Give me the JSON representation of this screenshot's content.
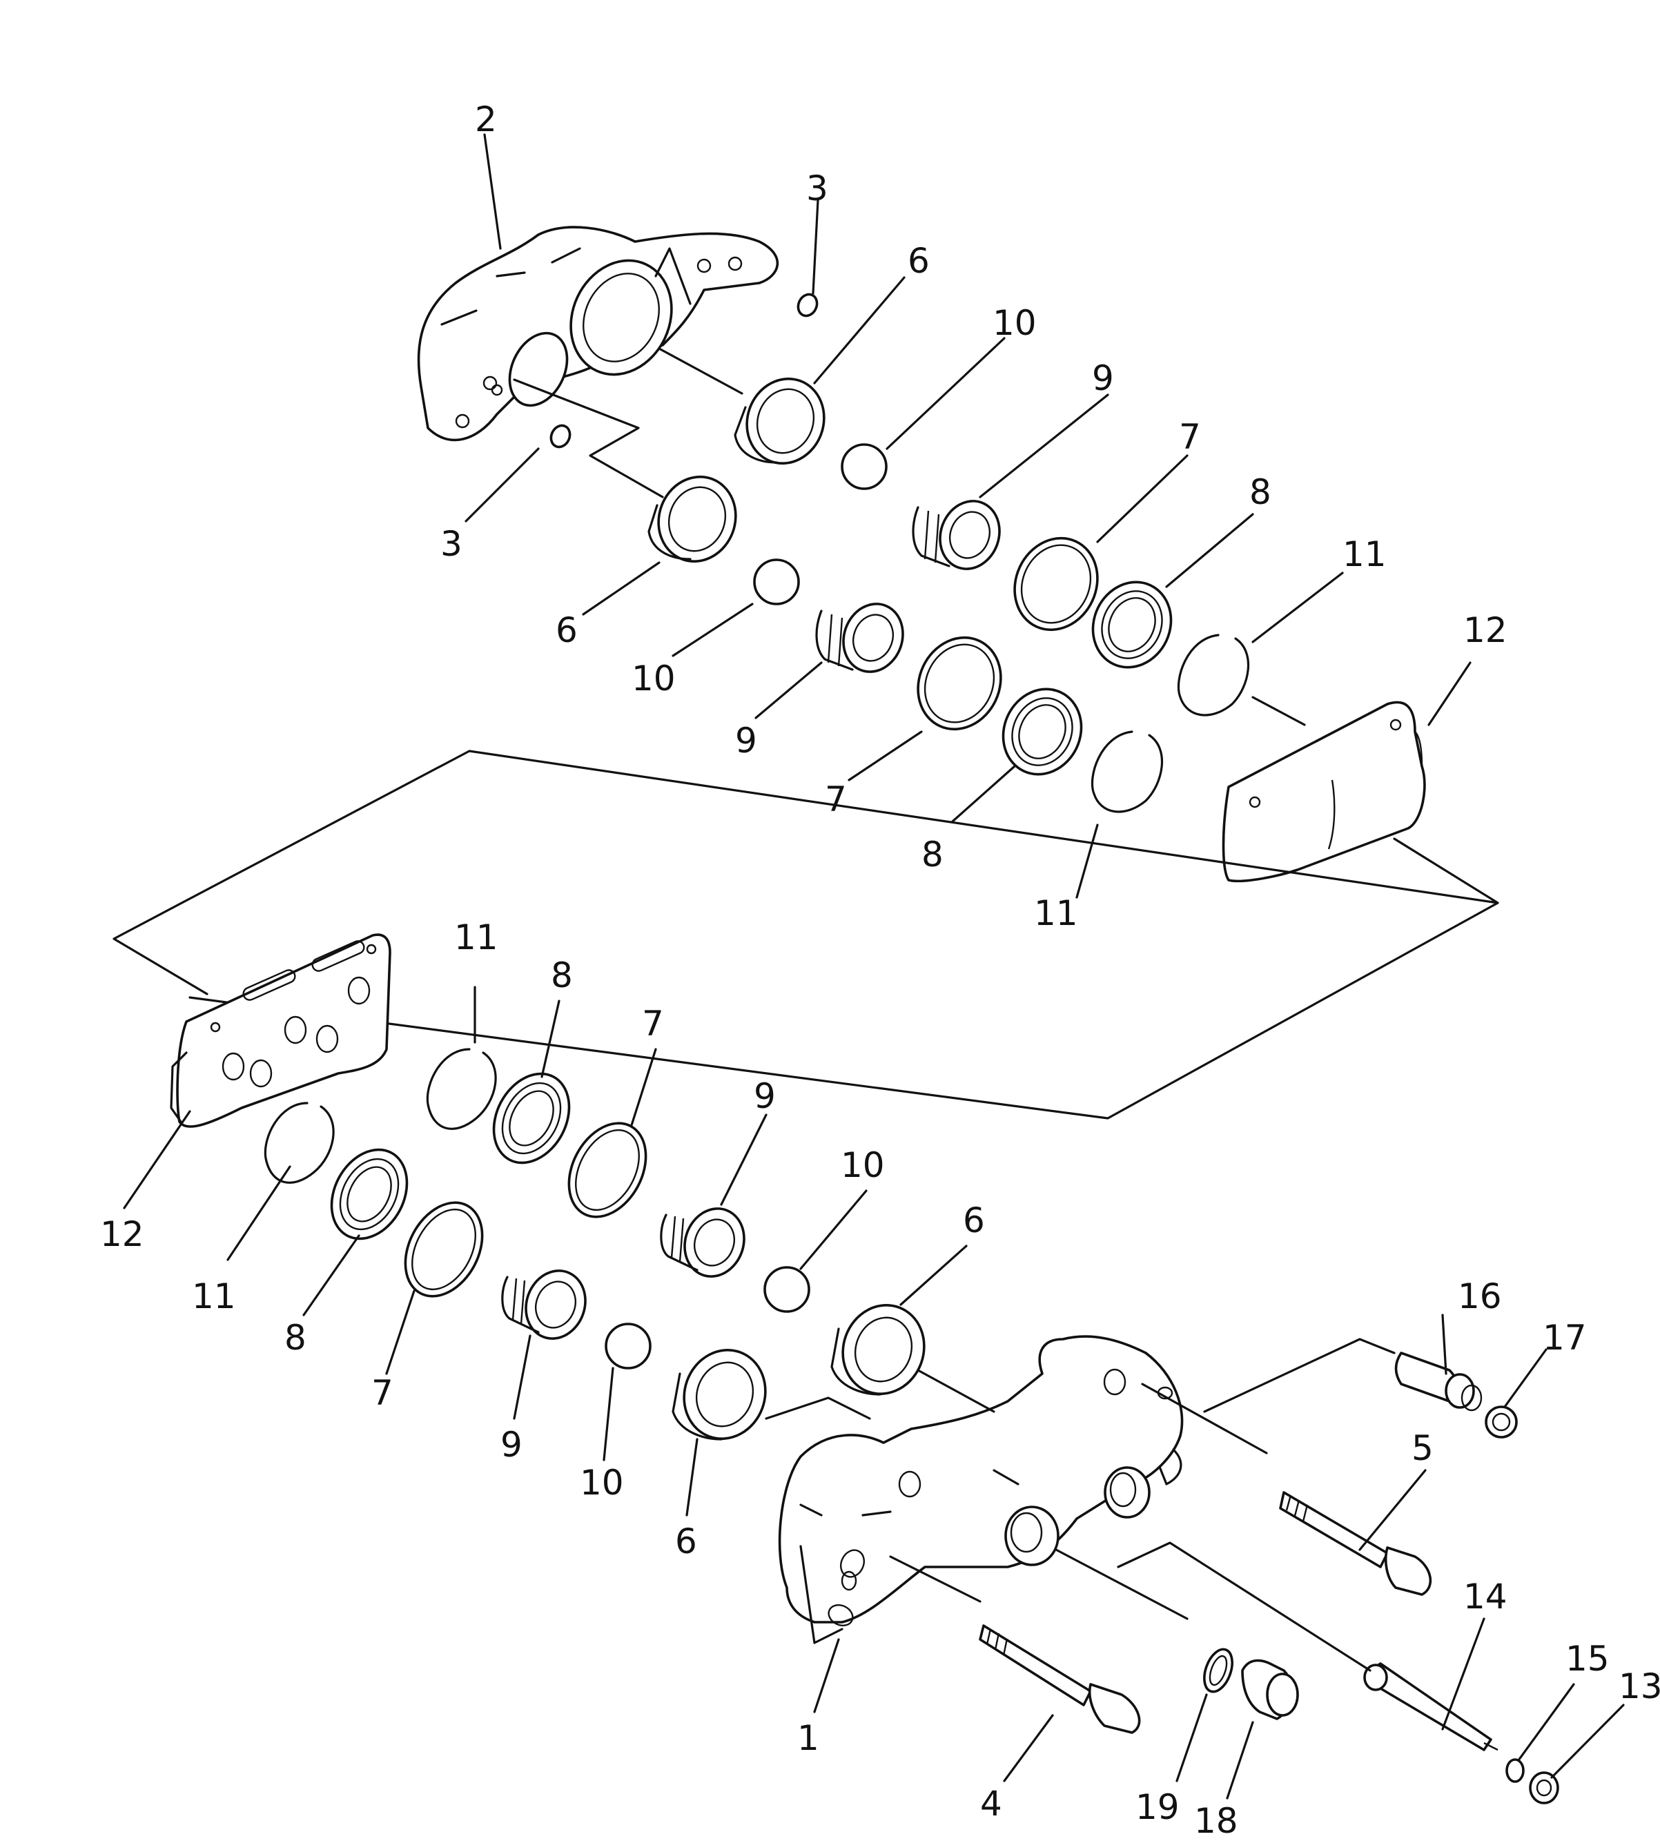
{
  "diagram": {
    "callouts": {
      "c1": "1",
      "c2": "2",
      "c3a": "3",
      "c3b": "3",
      "c4": "4",
      "c5": "5",
      "c6a": "6",
      "c6b": "6",
      "c6c": "6",
      "c6d": "6",
      "c7a": "7",
      "c7b": "7",
      "c7c": "7",
      "c7d": "7",
      "c8a": "8",
      "c8b": "8",
      "c8c": "8",
      "c8d": "8",
      "c9a": "9",
      "c9b": "9",
      "c9c": "9",
      "c9d": "9",
      "c10a": "10",
      "c10b": "10",
      "c10c": "10",
      "c10d": "10",
      "c11a": "11",
      "c11b": "11",
      "c11c": "11",
      "c11d": "11",
      "c12a": "12",
      "c12b": "12",
      "c13": "13",
      "c14": "14",
      "c15": "15",
      "c16": "16",
      "c17": "17",
      "c18": "18",
      "c19": "19"
    }
  }
}
